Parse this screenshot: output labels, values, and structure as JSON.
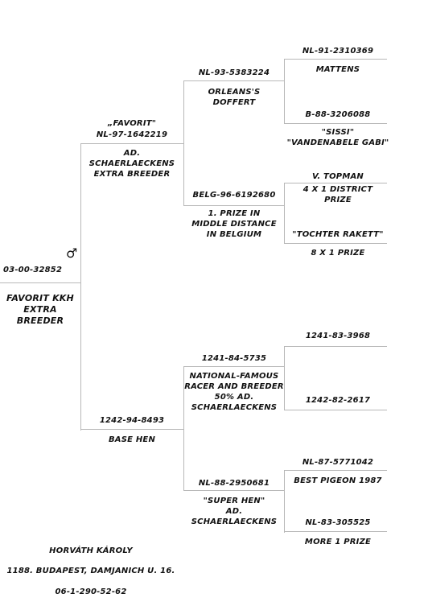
{
  "subject": {
    "ring": "03-00-32852",
    "sex_symbol": "♂",
    "name": "FAVORIT KKH\nEXTRA BREEDER"
  },
  "sire": {
    "ring": "NL-97-1642219",
    "name": "„FAVORIT\"",
    "note": "AD.\nSCHAERLAECKENS\nEXTRA BREEDER"
  },
  "dam": {
    "ring": "1242-94-8493",
    "note": "BASE HEN"
  },
  "ss": {
    "ring": "NL-93-5383224",
    "note": "ORLEANS'S\nDOFFERT"
  },
  "sd": {
    "ring": "BELG-96-6192680",
    "note": "1. PRIZE IN\nMIDDLE DISTANCE\nIN BELGIUM"
  },
  "ds": {
    "ring": "1241-84-5735",
    "note": "NATIONAL-FAMOUS\nRACER AND BREEDER\n50% AD.\nSCHAERLAECKENS"
  },
  "dd": {
    "ring": "NL-88-2950681",
    "note": "\"SUPER HEN\"\nAD.\nSCHAERLAECKENS"
  },
  "sss": {
    "ring": "NL-91-2310369",
    "note": "MATTENS"
  },
  "ssd": {
    "ring": "B-88-3206088",
    "note": "\"SISSI\"\n\"VANDENABELE GABI\""
  },
  "sds": {
    "ring": "V. TOPMAN",
    "note": "4 X 1 DISTRICT\nPRIZE"
  },
  "sdd": {
    "ring": "\"TOCHTER RAKETT\"",
    "note": "8 X 1 PRIZE"
  },
  "dss": {
    "ring": "1241-83-3968"
  },
  "dsd": {
    "ring": "1242-82-2617"
  },
  "dds": {
    "ring": "NL-87-5771042",
    "note": "BEST PIGEON 1987"
  },
  "ddd": {
    "ring": "NL-83-305525",
    "note": "MORE 1 PRIZE"
  },
  "owner": {
    "name": "HORVÁTH KÁROLY",
    "address": "1188. BUDAPEST, DAMJANICH U. 16.",
    "phone": "06-1-290-52-62"
  }
}
